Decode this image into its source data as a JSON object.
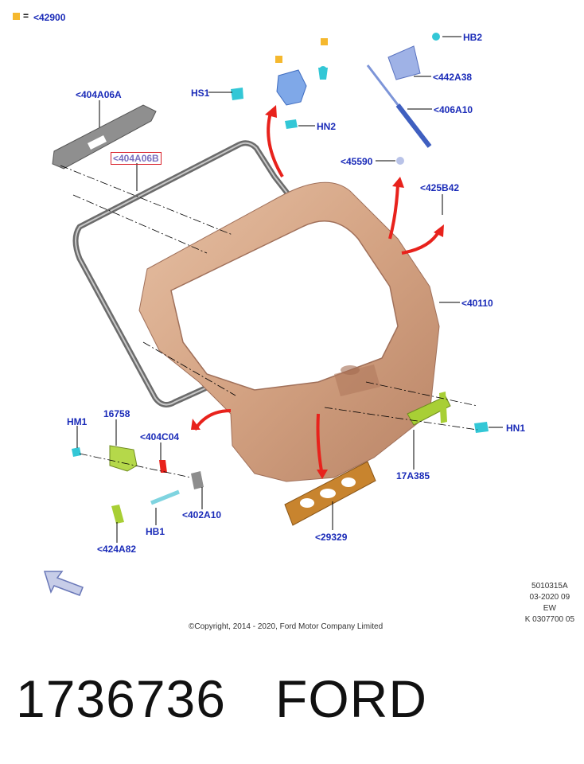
{
  "legend": {
    "symbol": "=",
    "text": "<42900",
    "color": "#f5b82e"
  },
  "callouts": {
    "c404A06A": "<404A06A",
    "c404A06B": "<404A06B",
    "HS1": "HS1",
    "HN2": "HN2",
    "HB2": "HB2",
    "c442A38": "<442A38",
    "c406A10": "<406A10",
    "c45590": "<45590",
    "c425B42": "<425B42",
    "c40110": "<40110",
    "HM1": "HM1",
    "c16758": "16758",
    "c404C04": "<404C04",
    "HN1": "HN1",
    "c17A385": "17A385",
    "HB1": "HB1",
    "c402A10": "<402A10",
    "c424A82": "<424A82",
    "c29329": "<29329"
  },
  "meta": {
    "line1": "5010315A",
    "line2": "03-2020 09",
    "line3": "EW",
    "line4": "K 0307700 05"
  },
  "copyright": "©Copyright, 2014 - 2020, Ford Motor Company Limited",
  "caption": {
    "part_number": "1736736",
    "brand": "FORD"
  },
  "colors": {
    "callout": "#1a2bb8",
    "liftgate": "#d9ab8c",
    "accent_arrow": "#e8221c",
    "highlight_box": "#d8202a"
  }
}
